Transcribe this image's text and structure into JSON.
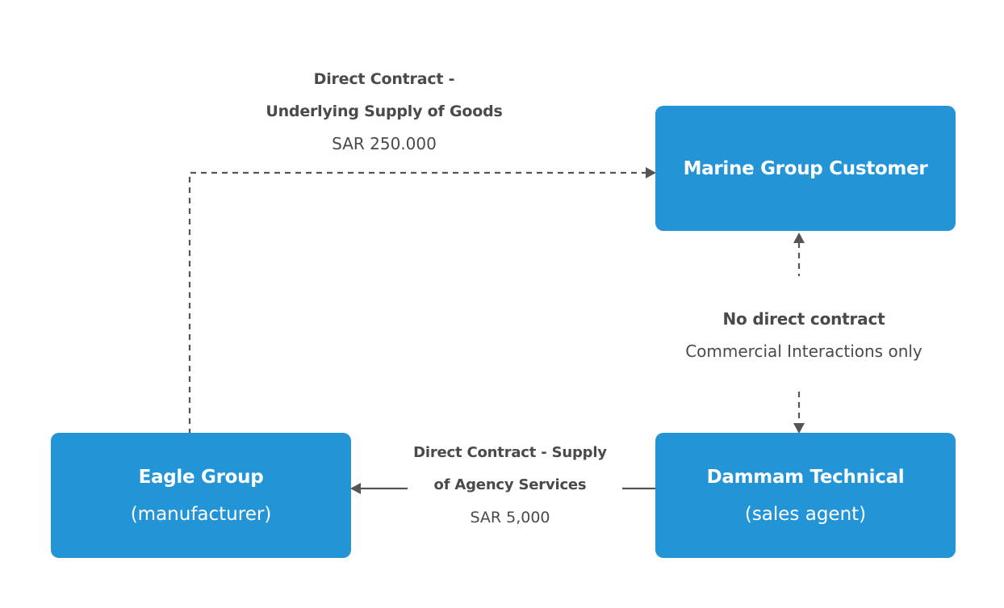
{
  "nodes": {
    "marine": {
      "title": "Marine Group Customer",
      "subtitle": ""
    },
    "eagle": {
      "title": "Eagle Group",
      "subtitle": "(manufacturer)"
    },
    "dammam": {
      "title": "Dammam Technical",
      "subtitle": "(sales agent)"
    }
  },
  "edges": {
    "eagle_to_marine": {
      "line1": "Direct Contract -",
      "line2": "Underlying Supply of Goods",
      "amount": "SAR 250.000"
    },
    "dammam_to_eagle": {
      "line1": "Direct Contract - Supply",
      "line2": "of Agency Services",
      "amount": "SAR 5,000"
    },
    "marine_dammam": {
      "line1": "No direct contract",
      "line2": "Commercial Interactions only"
    }
  },
  "colors": {
    "node_fill": "#2394d6",
    "node_text": "#ffffff",
    "label_text": "#4a4a4a",
    "connector": "#555555"
  }
}
